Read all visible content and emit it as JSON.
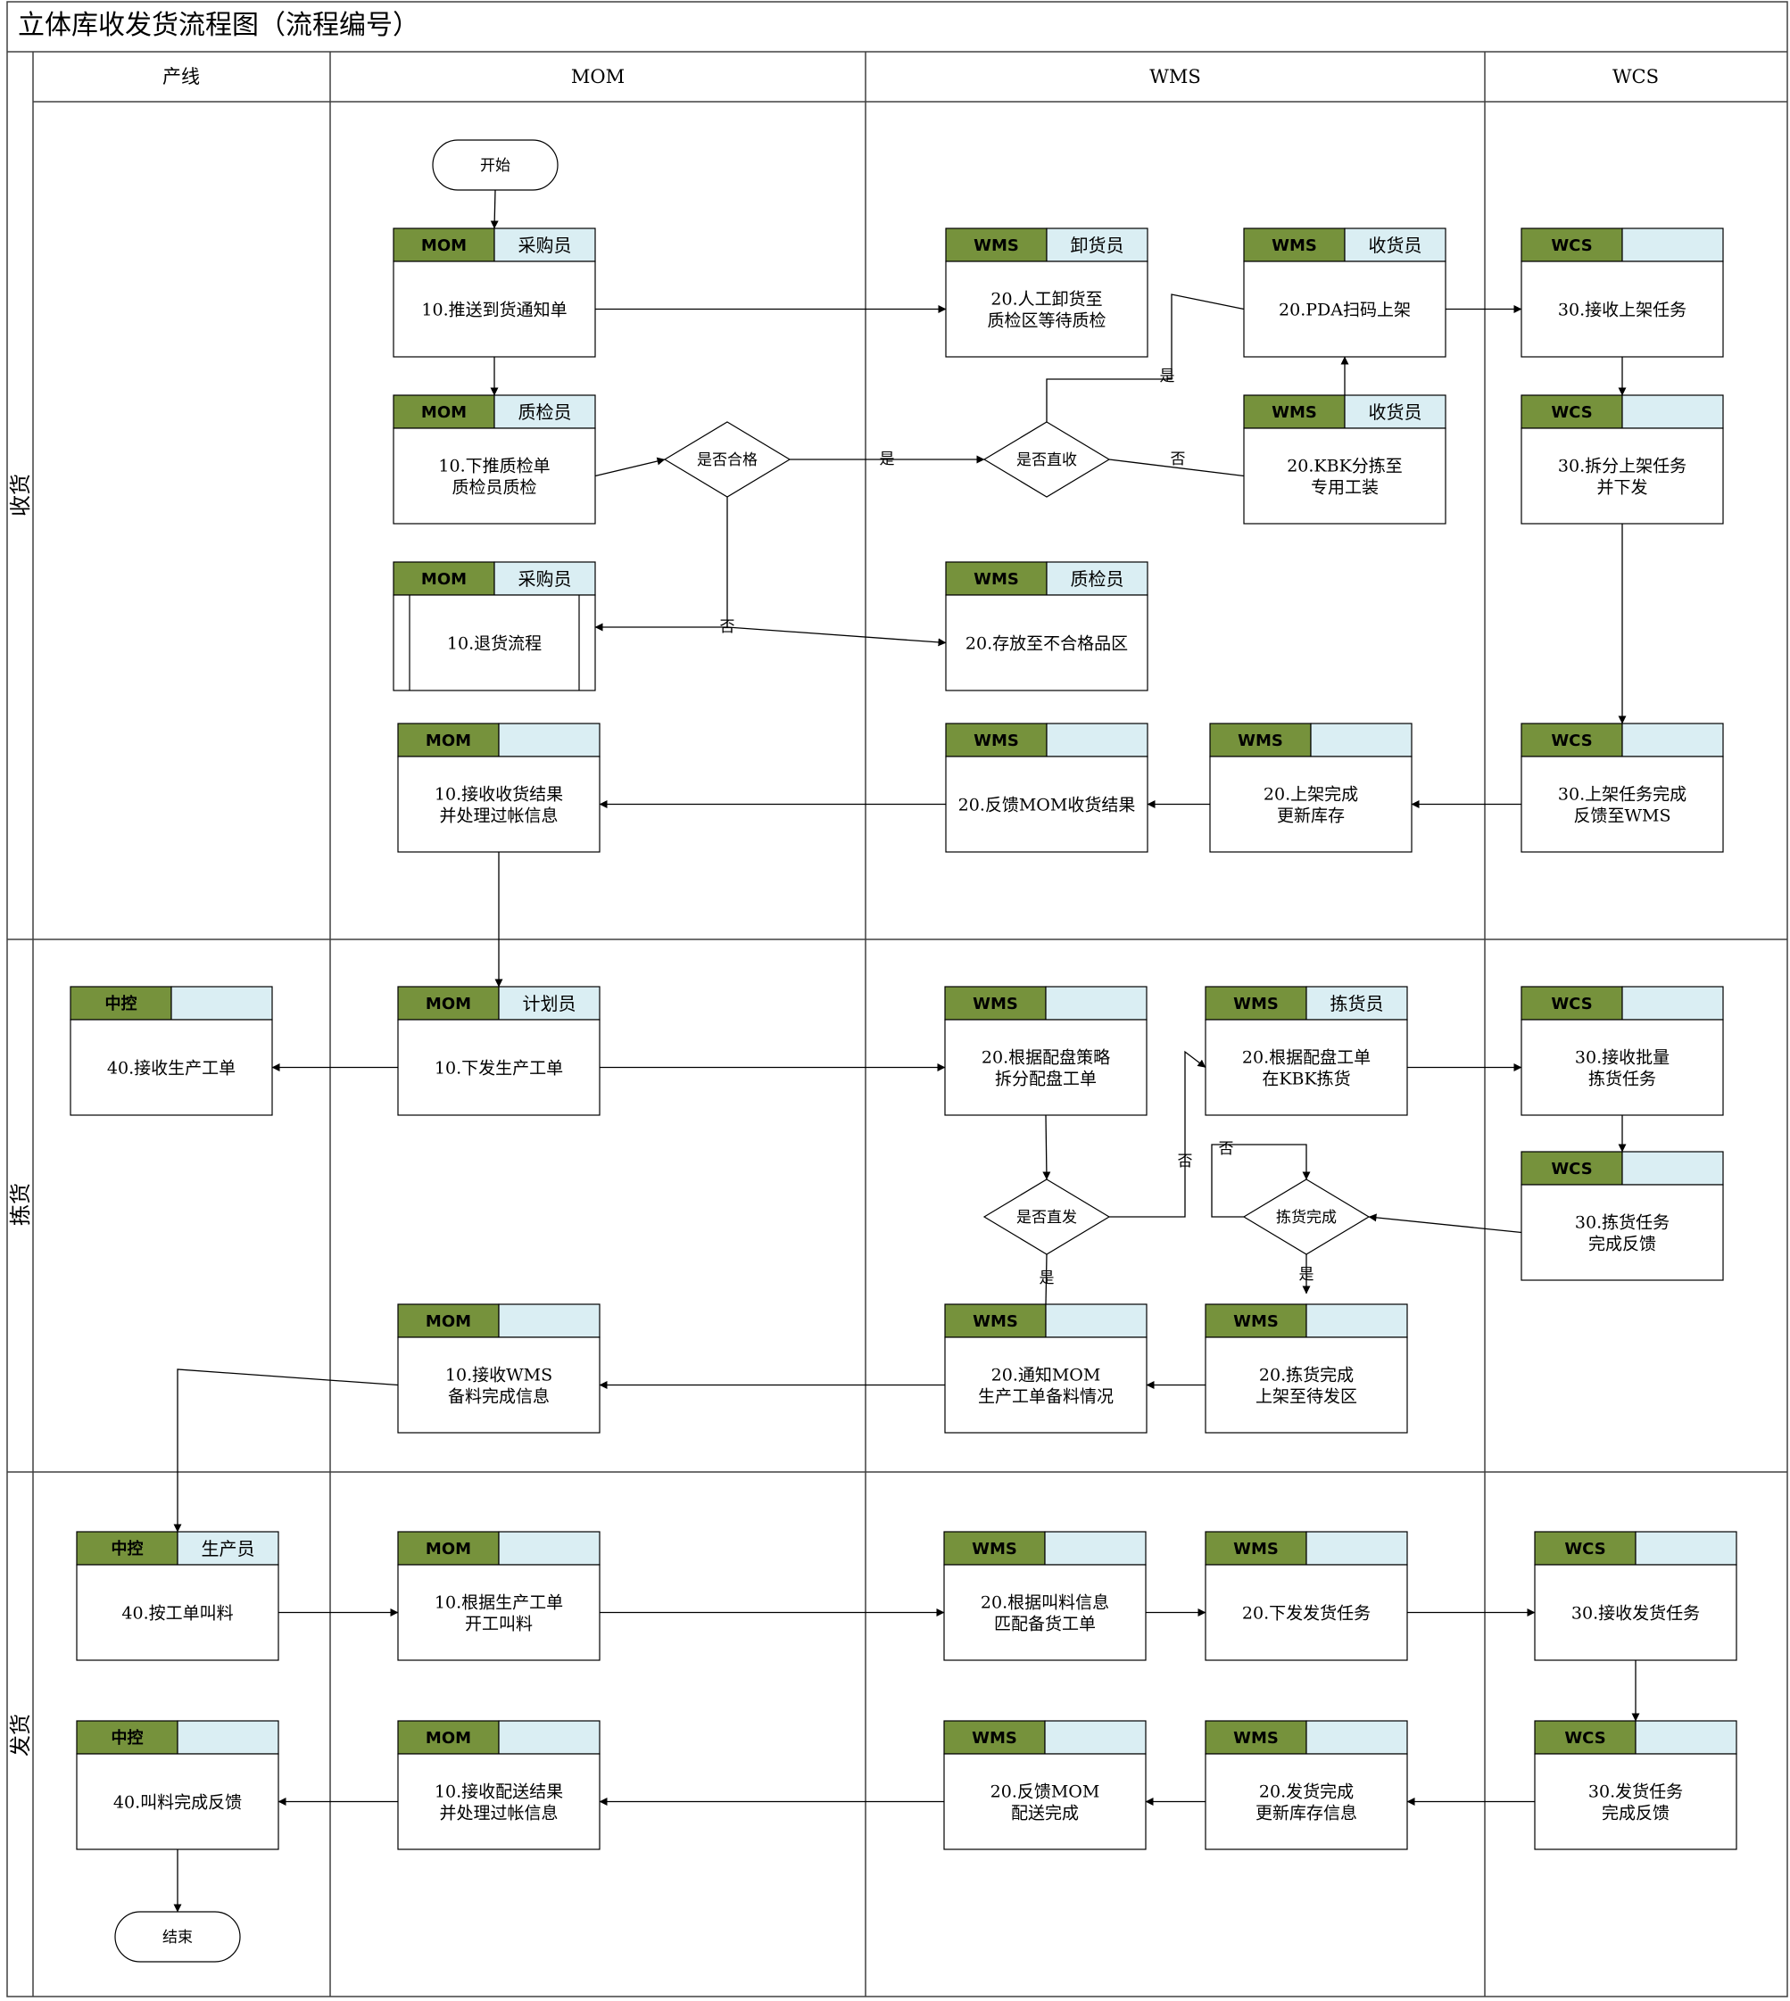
{
  "title": "立体库收发货流程图（流程编号）",
  "columns": [
    "产线",
    "MOM",
    "WMS",
    "WCS"
  ],
  "lanes": [
    "收货",
    "拣货",
    "发货"
  ],
  "colors": {
    "tag": "#76923c",
    "role": "#daeef3",
    "line": "#000000"
  },
  "nodes": {
    "start": "开始",
    "end": "结束",
    "n1": {
      "tag": "MOM",
      "role": "采购员",
      "lines": [
        "10.推送到货通知单"
      ]
    },
    "n2": {
      "tag": "MOM",
      "role": "质检员",
      "lines": [
        "10.下推质检单",
        "质检员质检"
      ]
    },
    "n3": {
      "tag": "MOM",
      "role": "采购员",
      "lines": [
        "10.退货流程"
      ]
    },
    "n4": {
      "tag": "MOM",
      "role": "",
      "lines": [
        "10.接收收货结果",
        "并处理过帐信息"
      ]
    },
    "n5": {
      "tag": "WMS",
      "role": "卸货员",
      "lines": [
        "20.人工卸货至",
        "质检区等待质检"
      ]
    },
    "n6": {
      "tag": "WMS",
      "role": "质检员",
      "lines": [
        "20.存放至不合格品区"
      ]
    },
    "n7": {
      "tag": "WMS",
      "role": "",
      "lines": [
        "20.反馈MOM收货结果"
      ]
    },
    "n8": {
      "tag": "WMS",
      "role": "收货员",
      "lines": [
        "20.PDA扫码上架"
      ]
    },
    "n9": {
      "tag": "WMS",
      "role": "收货员",
      "lines": [
        "20.KBK分拣至",
        "专用工装"
      ]
    },
    "n10": {
      "tag": "WMS",
      "role": "",
      "lines": [
        "20.上架完成",
        "更新库存"
      ]
    },
    "n11": {
      "tag": "WCS",
      "role": "",
      "lines": [
        "30.接收上架任务"
      ]
    },
    "n12": {
      "tag": "WCS",
      "role": "",
      "lines": [
        "30.拆分上架任务",
        "并下发"
      ]
    },
    "n13": {
      "tag": "WCS",
      "role": "",
      "lines": [
        "30.上架任务完成",
        "反馈至WMS"
      ]
    },
    "p1": {
      "tag": "中控",
      "role": "",
      "lines": [
        "40.接收生产工单"
      ]
    },
    "p2": {
      "tag": "MOM",
      "role": "计划员",
      "lines": [
        "10.下发生产工单"
      ]
    },
    "p3": {
      "tag": "WMS",
      "role": "",
      "lines": [
        "20.根据配盘策略",
        "拆分配盘工单"
      ]
    },
    "p4": {
      "tag": "WMS",
      "role": "拣货员",
      "lines": [
        "20.根据配盘工单",
        "在KBK拣货"
      ]
    },
    "p5": {
      "tag": "WCS",
      "role": "",
      "lines": [
        "30.接收批量",
        "拣货任务"
      ]
    },
    "p6": {
      "tag": "WCS",
      "role": "",
      "lines": [
        "30.拣货任务",
        "完成反馈"
      ]
    },
    "p7": {
      "tag": "MOM",
      "role": "",
      "lines": [
        "10.接收WMS",
        "备料完成信息"
      ]
    },
    "p8": {
      "tag": "WMS",
      "role": "",
      "lines": [
        "20.通知MOM",
        "生产工单备料情况"
      ]
    },
    "p9": {
      "tag": "WMS",
      "role": "",
      "lines": [
        "20.拣货完成",
        "上架至待发区"
      ]
    },
    "s1": {
      "tag": "中控",
      "role": "生产员",
      "lines": [
        "40.按工单叫料"
      ]
    },
    "s2": {
      "tag": "MOM",
      "role": "",
      "lines": [
        "10.根据生产工单",
        "开工叫料"
      ]
    },
    "s3": {
      "tag": "WMS",
      "role": "",
      "lines": [
        "20.根据叫料信息",
        "匹配备货工单"
      ]
    },
    "s4": {
      "tag": "WMS",
      "role": "",
      "lines": [
        "20.下发发货任务"
      ]
    },
    "s5": {
      "tag": "WCS",
      "role": "",
      "lines": [
        "30.接收发货任务"
      ]
    },
    "s6": {
      "tag": "中控",
      "role": "",
      "lines": [
        "40.叫料完成反馈"
      ]
    },
    "s7": {
      "tag": "MOM",
      "role": "",
      "lines": [
        "10.接收配送结果",
        "并处理过帐信息"
      ]
    },
    "s8": {
      "tag": "WMS",
      "role": "",
      "lines": [
        "20.反馈MOM",
        "配送完成"
      ]
    },
    "s9": {
      "tag": "WMS",
      "role": "",
      "lines": [
        "20.发货完成",
        "更新库存信息"
      ]
    },
    "s10": {
      "tag": "WCS",
      "role": "",
      "lines": [
        "30.发货任务",
        "完成反馈"
      ]
    }
  },
  "decisions": {
    "d1": "是否合格",
    "d2": "是否直收",
    "d3": "是否直发",
    "d4": "拣货完成"
  },
  "labels": {
    "yes": "是",
    "no": "否"
  }
}
